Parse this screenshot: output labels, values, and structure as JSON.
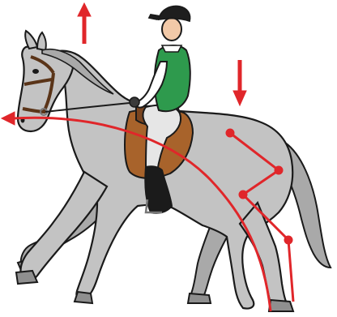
{
  "diagram": {
    "subject": "rider-on-horse",
    "arrows": [
      {
        "name": "up-arrow",
        "direction": "up"
      },
      {
        "name": "down-arrow",
        "direction": "down"
      },
      {
        "name": "forward-arrow",
        "direction": "left"
      }
    ]
  },
  "colors": {
    "background": "#ffffff",
    "horse": "#c3c3c3",
    "horse_shade": "#a9a9a9",
    "outline": "#1a1a1a",
    "arrow": "#e0262a",
    "jacket": "#2e9a4d",
    "shirt": "#ffffff",
    "breeches": "#e6e6e6",
    "boots": "#1b1b1b",
    "saddle": "#a8632b",
    "saddle_dark": "#7a4520",
    "helmet": "#1e1e1e",
    "skin": "#f2c9a8"
  }
}
